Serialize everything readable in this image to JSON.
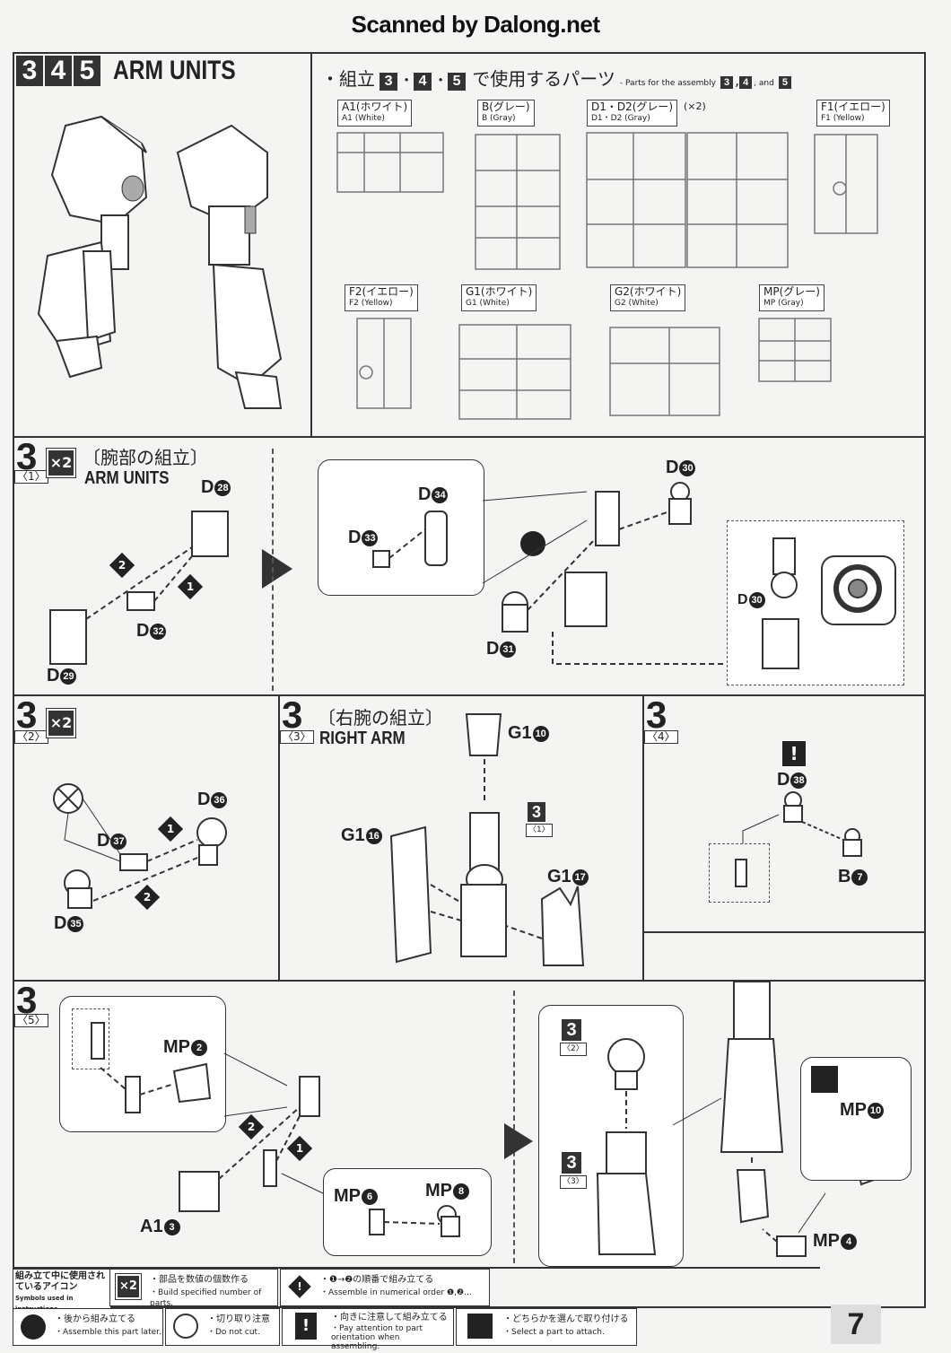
{
  "header": {
    "scan_credit": "Scanned by Dalong.net"
  },
  "section_main": {
    "step_numbers": [
      "3",
      "4",
      "5"
    ],
    "title": "ARM UNITS"
  },
  "parts_used": {
    "label_jp": "・組立",
    "label_jp_suffix": "で使用するパーツ",
    "label_en": "- Parts for the assembly",
    "and": ", and",
    "steps": [
      "3",
      "4",
      "5"
    ],
    "runners": [
      {
        "jp": "A1(ホワイト)",
        "en": "A1 (White)"
      },
      {
        "jp": "B(グレー)",
        "en": "B (Gray)"
      },
      {
        "jp": "D1・D2(グレー)",
        "en": "D1・D2 (Gray)",
        "qty": "(×2)"
      },
      {
        "jp": "F1(イエロー)",
        "en": "F1 (Yellow)"
      },
      {
        "jp": "F2(イエロー)",
        "en": "F2 (Yellow)"
      },
      {
        "jp": "G1(ホワイト)",
        "en": "G1 (White)"
      },
      {
        "jp": "G2(ホワイト)",
        "en": "G2 (White)"
      },
      {
        "jp": "MP(グレー)",
        "en": "MP (Gray)"
      }
    ]
  },
  "step3_1": {
    "num": "3",
    "sub": "〈1〉",
    "mult": "×2",
    "title_jp": "〔腕部の組立〕",
    "title_en": "ARM UNITS",
    "parts": {
      "p28": "D",
      "n28": "28",
      "p29": "D",
      "n29": "29",
      "p32": "D",
      "n32": "32",
      "p33": "D",
      "n33": "33",
      "p34": "D",
      "n34": "34",
      "p30": "D",
      "n30": "30",
      "p31": "D",
      "n31": "31",
      "p30b": "D",
      "n30b": "30"
    },
    "orders": [
      "1",
      "2"
    ]
  },
  "step3_2": {
    "num": "3",
    "sub": "〈2〉",
    "mult": "×2",
    "parts": {
      "p36": "D",
      "n36": "36",
      "p37": "D",
      "n37": "37",
      "p35": "D",
      "n35": "35"
    },
    "orders": [
      "1",
      "2"
    ]
  },
  "step3_3": {
    "num": "3",
    "sub": "〈3〉",
    "title_jp": "〔右腕の組立〕",
    "title_en": "RIGHT ARM",
    "parts": {
      "g10": "G1",
      "n10": "10",
      "g16": "G1",
      "n16": "16",
      "g17": "G1",
      "n17": "17"
    },
    "ref_num": "3",
    "ref_sub": "〈1〉"
  },
  "step3_4": {
    "num": "3",
    "sub": "〈4〉",
    "parts": {
      "d38": "D",
      "n38": "38",
      "b7": "B",
      "n7": "7"
    },
    "warning": "!"
  },
  "step3_5": {
    "num": "3",
    "sub": "〈5〉",
    "parts": {
      "mp2": "MP",
      "n2": "2",
      "a13": "A1",
      "n3": "3",
      "mp6": "MP",
      "n6": "6",
      "mp8": "MP",
      "n8": "8",
      "mp10": "MP",
      "n10": "10",
      "mp4": "MP",
      "n4": "4"
    },
    "orders": [
      "1",
      "2"
    ],
    "ref2_num": "3",
    "ref2_sub": "〈2〉",
    "ref3_num": "3",
    "ref3_sub": "〈3〉"
  },
  "legend": {
    "heading_jp": "組み立て中に使用されているアイコン",
    "heading_en": "Symbols used in instructions",
    "items": [
      {
        "icon": "×2",
        "jp": "・部品を数値の個数作る",
        "en": "・Build specified number of parts."
      },
      {
        "icon": "!",
        "jp": "・❶→❷の順番で組み立てる",
        "en": "・Assemble in numerical order ❶,❷..."
      },
      {
        "icon": "later",
        "jp": "・後から組み立てる",
        "en": "・Assemble this part later."
      },
      {
        "icon": "no-cut",
        "jp": "・切り取り注意",
        "en": "・Do not cut."
      },
      {
        "icon": "!",
        "jp": "・向きに注意して組み立てる",
        "en": "・Pay attention to part orientation when assembling."
      },
      {
        "icon": "select",
        "jp": "・どちらかを選んで取り付ける",
        "en": "・Select a part to attach."
      }
    ]
  },
  "page_number": "7"
}
